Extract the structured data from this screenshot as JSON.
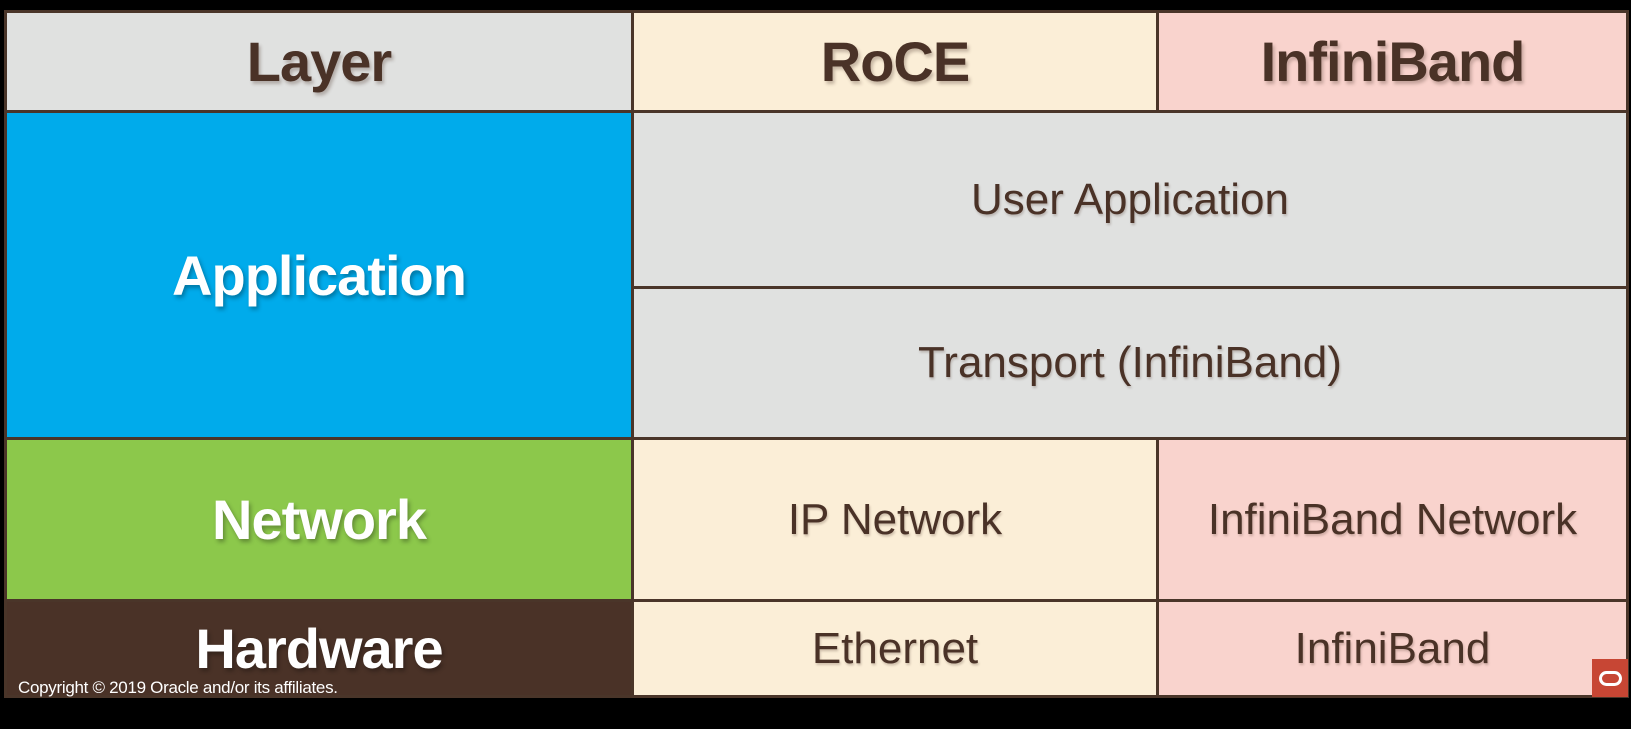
{
  "table": {
    "header": {
      "layer": "Layer",
      "roce": "RoCE",
      "infiniband": "InfiniBand"
    },
    "application": {
      "label": "Application",
      "user_application": "User Application",
      "transport": "Transport (InfiniBand)"
    },
    "network": {
      "label": "Network",
      "ip_network": "IP Network",
      "infiniband_network": "InfiniBand Network"
    },
    "hardware": {
      "label": "Hardware",
      "ethernet": "Ethernet",
      "infiniband": "InfiniBand"
    }
  },
  "footer": {
    "copyright": "Copyright © 2019 Oracle and/or its affiliates."
  },
  "logo": {
    "name": "oracle-logo"
  },
  "colors": {
    "background": "#000000",
    "grid_lines_brown": "#4A3529",
    "cell_gray": "#E0E1E0",
    "cell_cream": "#FBEED7",
    "cell_pink": "#F9D3CD",
    "cell_blue": "#00ABEB",
    "cell_green": "#8CC84B",
    "cell_dark_brown": "#4A3227",
    "text_brown": "#4A3227",
    "text_white": "#FFFFFF",
    "oracle_red": "#C74634"
  }
}
